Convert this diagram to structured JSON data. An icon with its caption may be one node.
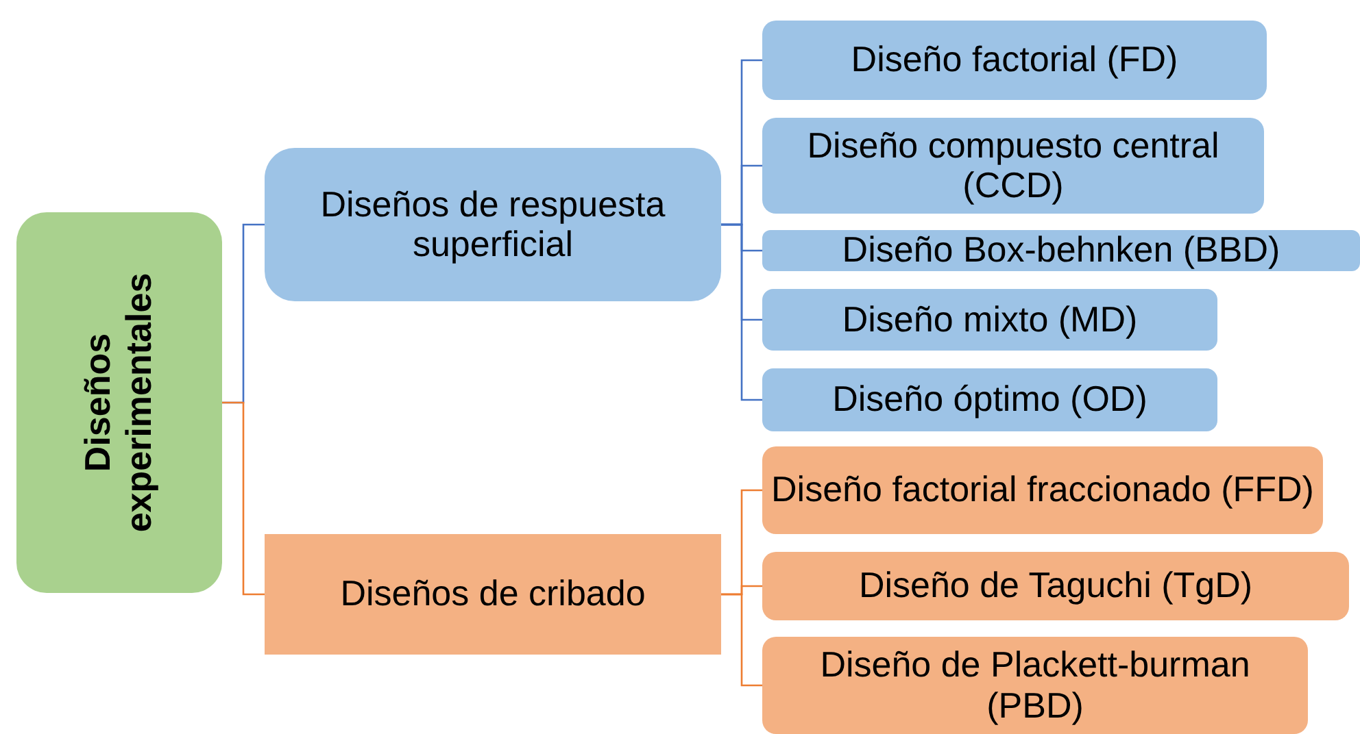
{
  "diagram": {
    "nodes": [
      {
        "text": [
          "Diseños experimentales"
        ]
      },
      {
        "text": [
          "Diseños de respuesta superficial"
        ]
      },
      {
        "text": [
          "Diseño factorial (FD)"
        ]
      },
      {
        "text": [
          "Diseño compuesto central (CCD)"
        ]
      },
      {
        "text": [
          "Diseño Box-behnken (BBD)"
        ]
      },
      {
        "text": [
          "Diseño mixto (MD)"
        ]
      },
      {
        "text": [
          "Diseño óptimo (OD)"
        ]
      },
      {
        "text": [
          "Diseños de cribado"
        ]
      },
      {
        "text": [
          "Diseño factorial fraccionado (FFD)"
        ]
      },
      {
        "text": [
          "Diseño de Taguchi (TgD)"
        ]
      },
      {
        "text": [
          "Diseño de Plackett-burman (PBD)"
        ]
      }
    ],
    "edges": [
      {
        "from": 0,
        "to": 1,
        "arrow": "none"
      },
      {
        "from": 0,
        "to": 7,
        "arrow": "none",
        "color": "#ed7d31"
      },
      {
        "from": 1,
        "to": 2,
        "arrow": "none"
      },
      {
        "from": 1,
        "to": 3,
        "arrow": "none"
      },
      {
        "from": 1,
        "to": 4,
        "arrow": "none"
      },
      {
        "from": 1,
        "to": 5,
        "arrow": "none"
      },
      {
        "from": 1,
        "to": 6,
        "arrow": "none"
      },
      {
        "from": 7,
        "to": 8,
        "arrow": "none",
        "color": "#ed7d31"
      },
      {
        "from": 7,
        "to": 9,
        "arrow": "none",
        "color": "#ed7d31"
      },
      {
        "from": 7,
        "to": 10,
        "arrow": "none",
        "color": "#ed7d31"
      }
    ]
  }
}
